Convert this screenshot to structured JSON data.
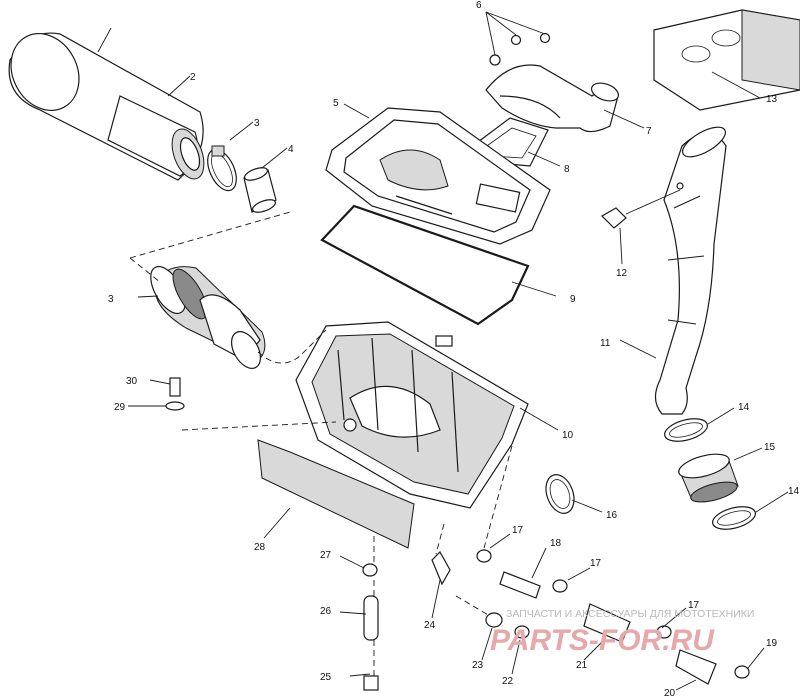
{
  "diagram": {
    "labels": [
      {
        "id": "2",
        "text": "2"
      },
      {
        "id": "3",
        "text": "3"
      },
      {
        "id": "3b",
        "text": "3"
      },
      {
        "id": "4",
        "text": "4"
      },
      {
        "id": "5",
        "text": "5"
      },
      {
        "id": "6",
        "text": "6"
      },
      {
        "id": "7",
        "text": "7"
      },
      {
        "id": "8",
        "text": "8"
      },
      {
        "id": "9",
        "text": "9"
      },
      {
        "id": "10",
        "text": "10"
      },
      {
        "id": "11",
        "text": "11"
      },
      {
        "id": "12",
        "text": "12"
      },
      {
        "id": "13",
        "text": "13"
      },
      {
        "id": "14a",
        "text": "14"
      },
      {
        "id": "14b",
        "text": "14"
      },
      {
        "id": "15",
        "text": "15"
      },
      {
        "id": "16",
        "text": "16"
      },
      {
        "id": "17a",
        "text": "17"
      },
      {
        "id": "17b",
        "text": "17"
      },
      {
        "id": "17c",
        "text": "17"
      },
      {
        "id": "18",
        "text": "18"
      },
      {
        "id": "19",
        "text": "19"
      },
      {
        "id": "20",
        "text": "20"
      },
      {
        "id": "21",
        "text": "21"
      },
      {
        "id": "22",
        "text": "22"
      },
      {
        "id": "23",
        "text": "23"
      },
      {
        "id": "24",
        "text": "24"
      },
      {
        "id": "25",
        "text": "25"
      },
      {
        "id": "26",
        "text": "26"
      },
      {
        "id": "27",
        "text": "27"
      },
      {
        "id": "28",
        "text": "28"
      },
      {
        "id": "29",
        "text": "29"
      },
      {
        "id": "30",
        "text": "30"
      }
    ]
  },
  "watermark": {
    "text": "ЗАПЧАСТИ И АКСЕССУАРЫ ДЛЯ МОТОТЕХНИКИ",
    "logo": "PARTS-FOR.RU",
    "logo_color": "#e6a8a8",
    "text_color": "#b9b9b9"
  }
}
